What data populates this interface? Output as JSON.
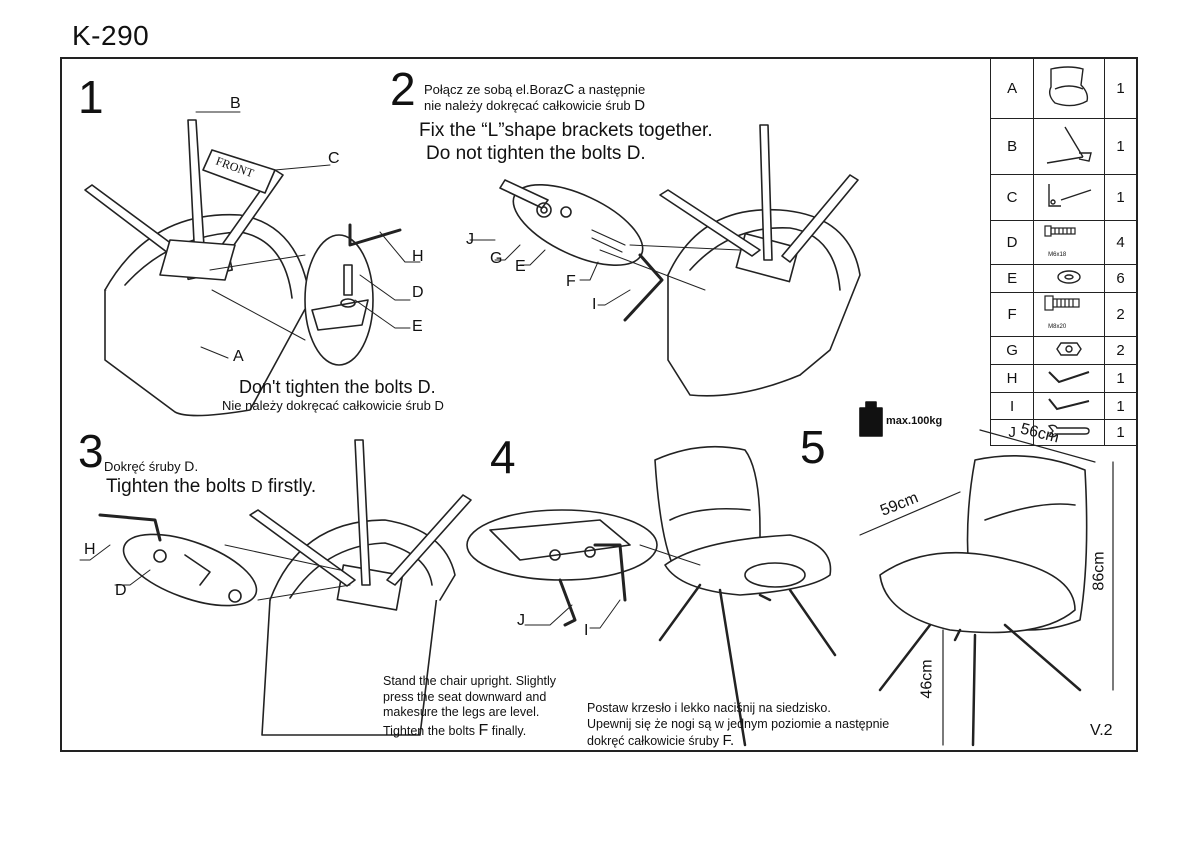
{
  "model": "K-290",
  "steps": {
    "s1": {
      "num": "1",
      "line1": "Don't tighten the bolts",
      "line1_ref": "D.",
      "line2": "Nie należy dokręcać całkowicie śrub",
      "line2_ref": "D"
    },
    "s2": {
      "num": "2",
      "pl1a": "Połącz ze sobą el.",
      "pl1b": "B",
      "pl1c": "oraz",
      "pl1d": "C",
      "pl1e": "a następnie",
      "pl2a": "nie należy dokręcać całkowicie śrub",
      "pl2b": "D",
      "en1": "Fix the “L”shape brackets together.",
      "en2a": "Do not tighten the bolts",
      "en2b": "D."
    },
    "s3": {
      "num": "3",
      "pl_a": "Dokręć śruby",
      "pl_b": "D.",
      "en_a": "Tighten the bolts",
      "en_b": "D",
      "en_c": "firstly."
    },
    "s4": {
      "num": "4",
      "en1": "Stand the chair upright. Slightly",
      "en2": "press the seat downward and",
      "en3": "makesure the legs are level.",
      "en4a": "Tighten the bolts",
      "en4b": "F",
      "en4c": "finally.",
      "pl1": "Postaw krzesło i lekko naciśnij na siedzisko.",
      "pl2": "Upewnij się że nogi są w jednym poziomie a następnie",
      "pl3a": "dokręć całkowicie śruby",
      "pl3b": "F."
    },
    "s5": {
      "num": "5",
      "max": "max.100kg",
      "width": "56cm",
      "depth": "59cm",
      "height": "86cm",
      "seat": "46cm",
      "version": "V.2"
    }
  },
  "labels": {
    "A": "A",
    "B": "B",
    "C": "C",
    "D": "D",
    "E": "E",
    "F": "F",
    "G": "G",
    "H": "H",
    "I": "I",
    "J": "J",
    "front": "FRONT"
  },
  "parts": [
    {
      "letter": "A",
      "qty": "1",
      "icon": "chair-shell-icon"
    },
    {
      "letter": "B",
      "qty": "1",
      "icon": "leg-bracket-icon"
    },
    {
      "letter": "C",
      "qty": "1",
      "icon": "l-bracket-icon"
    },
    {
      "letter": "D",
      "qty": "4",
      "icon": "bolt-icon",
      "spec": "M6x18"
    },
    {
      "letter": "E",
      "qty": "6",
      "icon": "washer-icon"
    },
    {
      "letter": "F",
      "qty": "2",
      "icon": "bolt-icon",
      "spec": "M8x20"
    },
    {
      "letter": "G",
      "qty": "2",
      "icon": "nut-icon"
    },
    {
      "letter": "H",
      "qty": "1",
      "icon": "allen-key-icon"
    },
    {
      "letter": "I",
      "qty": "1",
      "icon": "allen-key-icon"
    },
    {
      "letter": "J",
      "qty": "1",
      "icon": "spanner-icon"
    }
  ]
}
